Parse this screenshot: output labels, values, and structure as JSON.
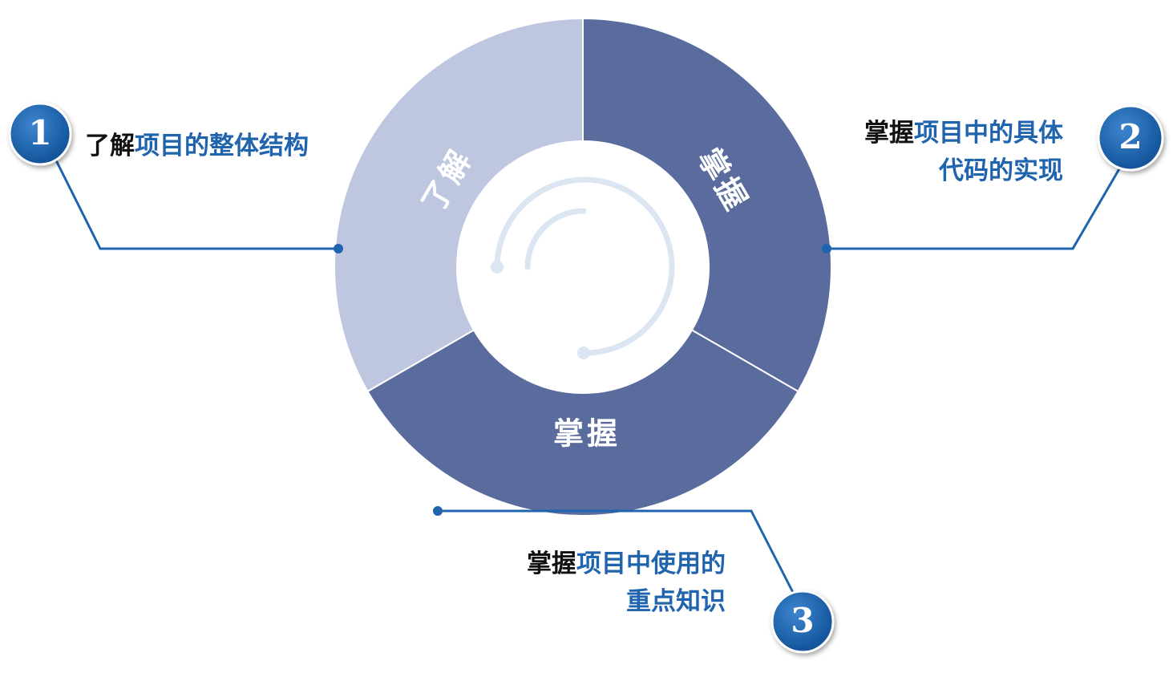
{
  "segments": [
    {
      "label": "了解",
      "color": "#bec6e0"
    },
    {
      "label": "掌握",
      "color": "#5a6b9e"
    },
    {
      "label": "掌握",
      "color": "#5a6b9e"
    }
  ],
  "callouts": [
    {
      "number": "1",
      "lead": "了解",
      "rest_line1": "项目的整体结构",
      "line2": ""
    },
    {
      "number": "2",
      "lead": "掌握",
      "rest_line1": "项目中的具体",
      "line2": "代码的实现"
    },
    {
      "number": "3",
      "lead": "掌握",
      "rest_line1": "项目中使用的",
      "line2": "重点知识"
    }
  ],
  "colors": {
    "accent_blue": "#1f64ad",
    "circle_blue": "#1a5fa8",
    "text_dark": "#111111",
    "inner_arc": "#dce6f2"
  }
}
